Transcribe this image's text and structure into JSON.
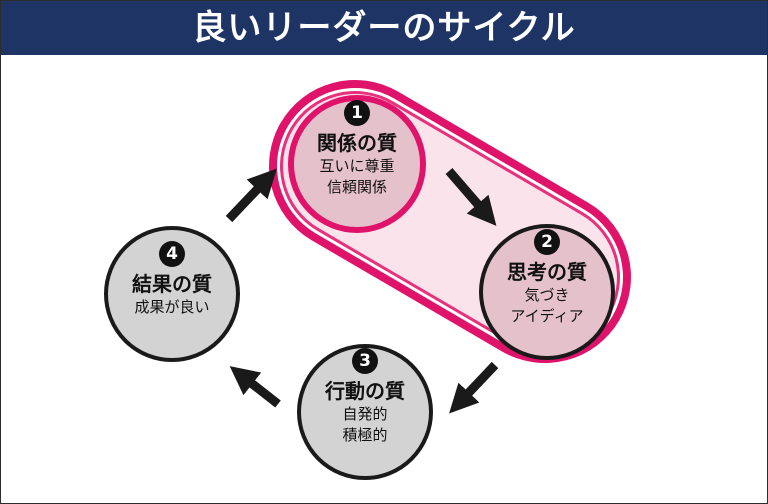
{
  "title": "良いリーダーのサイクル",
  "nodes": [
    {
      "number": "1",
      "name": "関係の質",
      "lines": [
        "互いに尊重",
        "信頼関係"
      ]
    },
    {
      "number": "2",
      "name": "思考の質",
      "lines": [
        "気づき",
        "アイディア"
      ]
    },
    {
      "number": "3",
      "name": "行動の質",
      "lines": [
        "自発的",
        "積極的"
      ]
    },
    {
      "number": "4",
      "name": "結果の質",
      "lines": [
        "成果が良い"
      ]
    }
  ],
  "colors": {
    "banner": "#1e3465",
    "highlight": "#e0136b",
    "highlight_fill": "#fbe3ec",
    "node_fill": "#d3d3d3",
    "node_highlight_fill": "#e5c1cc",
    "arrow": "#1a1a1a"
  }
}
